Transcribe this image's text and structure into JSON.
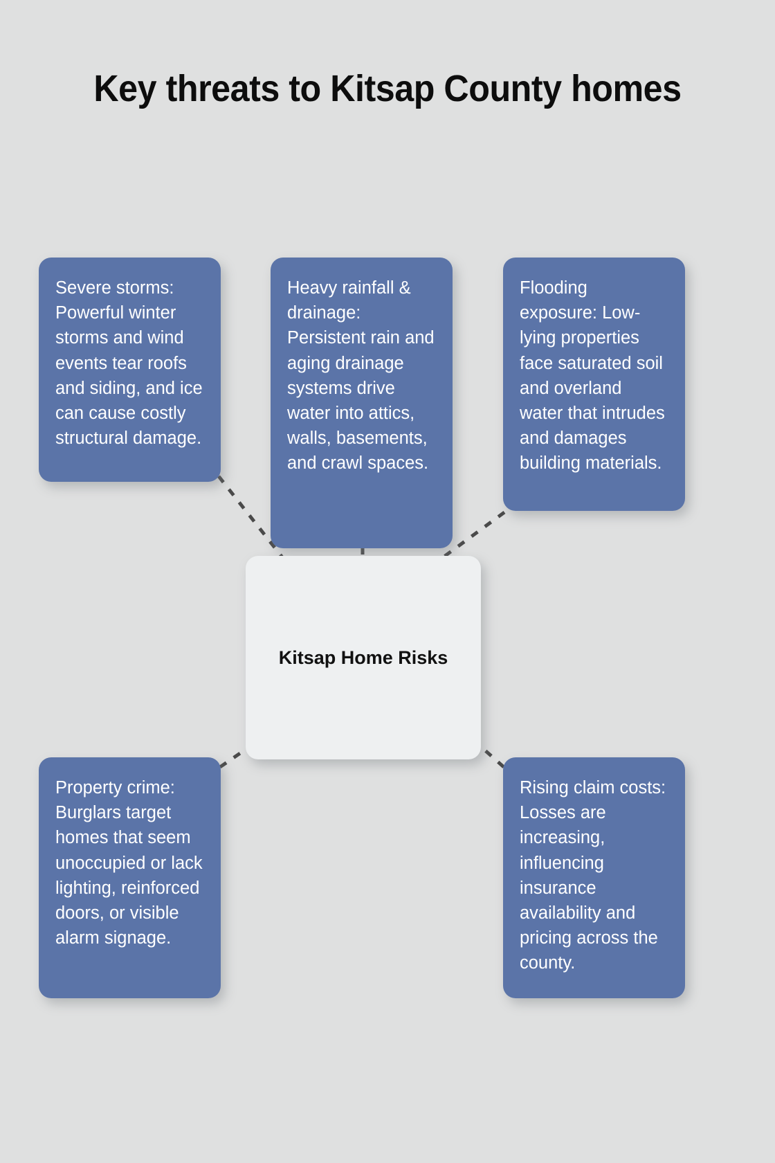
{
  "page": {
    "title": "Key threats to Kitsap County homes",
    "background_color": "#dfe0e0",
    "card_color": "#5b74a8",
    "card_text_color": "#ffffff",
    "center_color": "#eef0f1",
    "connector_color": "#4a4a4a"
  },
  "center": {
    "label": "Kitsap Home Risks"
  },
  "nodes": [
    {
      "id": "severe-storms",
      "text": "Severe storms: Powerful winter storms and wind events tear roofs and siding, and ice can cause costly structural damage."
    },
    {
      "id": "heavy-rainfall-drainage",
      "text": "Heavy rainfall & drainage: Persistent rain and aging drainage systems drive water into attics, walls, basements, and crawl spaces."
    },
    {
      "id": "flooding-exposure",
      "text": "Flooding exposure: Low-lying properties face saturated soil and overland water that intrudes and damages building materials."
    },
    {
      "id": "property-crime",
      "text": "Property crime: Burglars target homes that seem unoccupied or lack lighting, reinforced doors, or visible alarm signage."
    },
    {
      "id": "rising-claim-costs",
      "text": "Rising claim costs: Losses are increasing, influencing insurance availability and pricing across the county."
    }
  ]
}
